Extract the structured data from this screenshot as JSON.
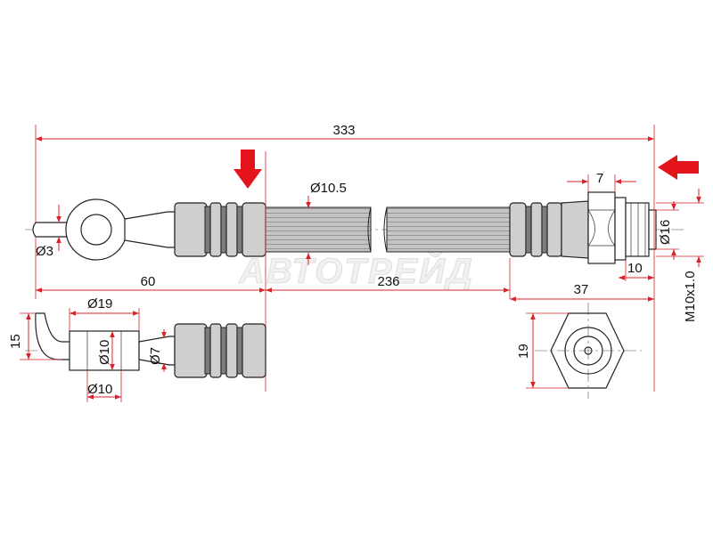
{
  "watermark": "АВТОТРЕЙД",
  "dimensions": {
    "overall_length": "333",
    "hose_length": "236",
    "banjo_to_sleeve": "60",
    "nut_to_end": "37",
    "nut_width": "7",
    "thread_length": "10",
    "thread": "M10x1.0",
    "hex_diameter": "Ø16",
    "hex_across_flats": "19",
    "hose_diameter": "Ø10.5",
    "bolt_hole": "Ø3",
    "banjo_outer": "Ø19",
    "banjo_inner_1": "Ø10",
    "banjo_inner_2": "Ø10",
    "sleeve_diameter": "Ø7",
    "banjo_height": "15"
  }
}
